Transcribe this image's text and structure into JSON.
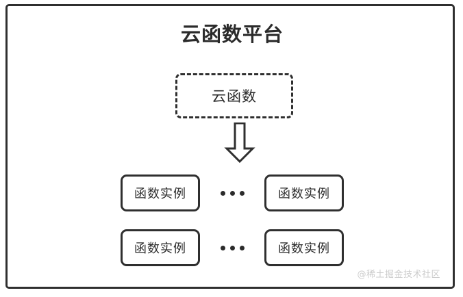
{
  "diagram": {
    "title": "云函数平台",
    "cloud_function": {
      "label": "云函数",
      "border_style": "dashed"
    },
    "arrow": {
      "name": "down-block-arrow",
      "direction": "down",
      "style": "hollow-outline"
    },
    "instance_rows": [
      {
        "left": {
          "label": "函数实例"
        },
        "separator": "•••",
        "right": {
          "label": "函数实例"
        }
      },
      {
        "left": {
          "label": "函数实例"
        },
        "separator": "•••",
        "right": {
          "label": "函数实例"
        }
      }
    ],
    "watermark": "@稀土掘金技术社区",
    "colors": {
      "stroke": "#2f2f2f",
      "text": "#2b2b2b",
      "background": "#ffffff",
      "watermark": "#cccccc"
    }
  }
}
